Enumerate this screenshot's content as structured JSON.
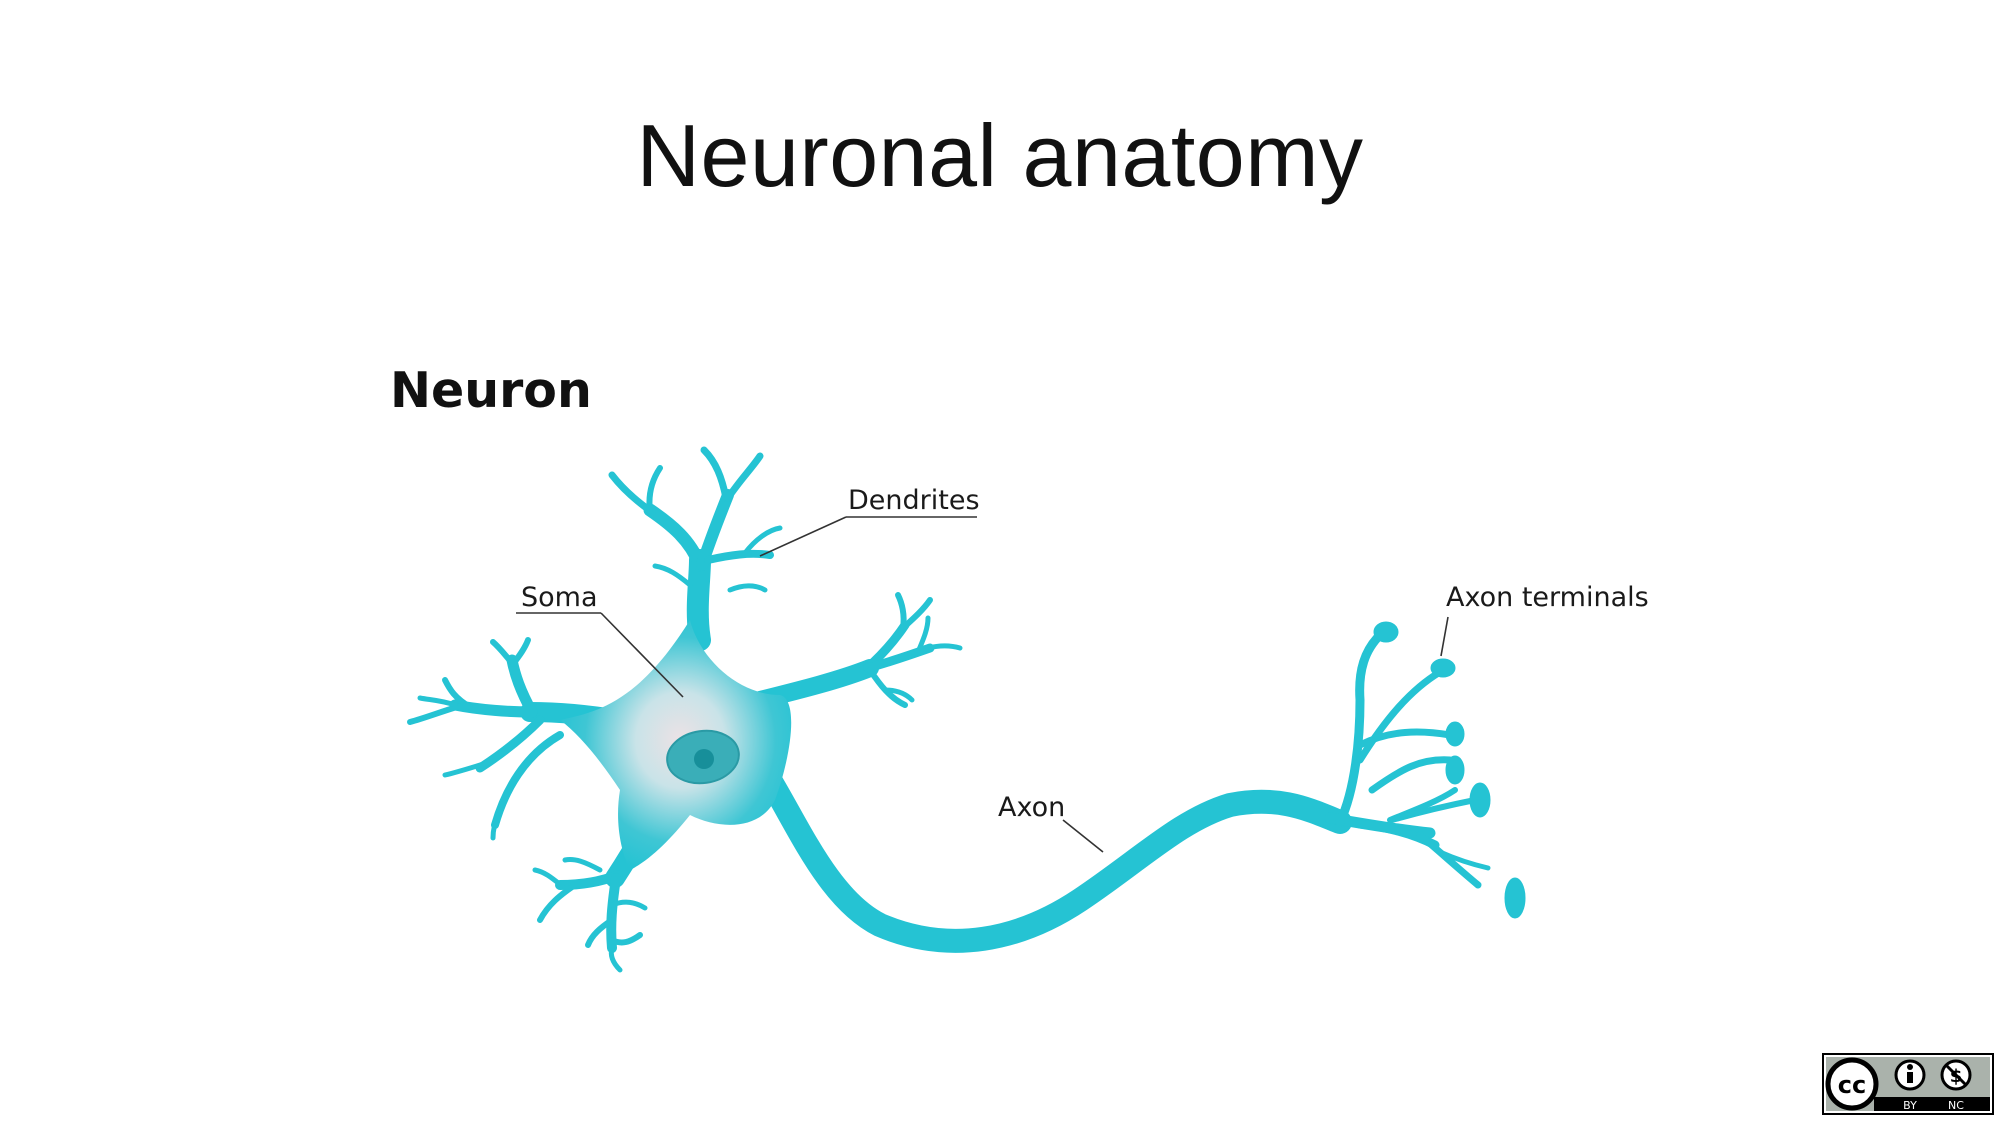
{
  "slide": {
    "title": "Neuronal anatomy",
    "section_title": "Neuron"
  },
  "diagram": {
    "labels": {
      "dendrites": "Dendrites",
      "soma": "Soma",
      "axon": "Axon",
      "axon_terminals": "Axon terminals"
    },
    "colors": {
      "neuron": "#25c3d3",
      "soma_center": "#e6dde0",
      "nucleus": "#3aaeb8",
      "nucleolus": "#178f9a"
    }
  },
  "license": {
    "badge_text_cc": "cc",
    "badge_text_by": "BY",
    "badge_text_nc": "NC"
  }
}
